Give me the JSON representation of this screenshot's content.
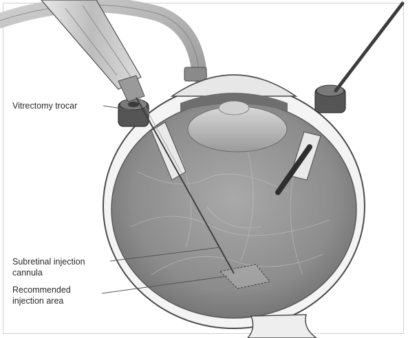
{
  "labels": {
    "vitrectomy_trocar": "Vitrectomy trocar",
    "cannula_line1": "Subretinal injection",
    "cannula_line2": "cannula",
    "area_line1": "Recommended",
    "area_line2": "injection area"
  },
  "colors": {
    "background": "#ffffff",
    "sclera": "#f4f4f4",
    "outline": "#4a4a4a",
    "interior": "#8a8a8a",
    "metal": "#7f7f7f",
    "trocar_body": "#555555",
    "lens": "#b9b9b9",
    "leader_line": "#555555"
  },
  "icons": {
    "syringe": "syringe-icon",
    "light_pipe": "light-pipe-icon",
    "tubing": "infusion-tubing-icon"
  }
}
